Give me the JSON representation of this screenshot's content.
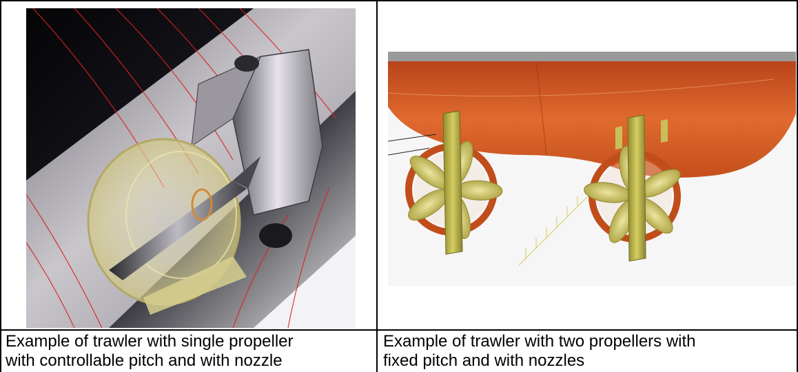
{
  "table": {
    "cells": [
      {
        "image": {
          "subject": "single-propeller-nozzle-render",
          "colors": {
            "background": "#0b0b0e",
            "hull": "#a9a6ad",
            "nozzle": "#d8d19a",
            "waterline": "#e02020"
          }
        },
        "caption_line1": "Example of trawler with single propeller",
        "caption_line2": "with controllable pitch and with nozzle"
      },
      {
        "image": {
          "subject": "twin-propeller-nozzles-render",
          "colors": {
            "hull": "#d2531e",
            "deck": "#9a9a9a",
            "propeller": "#c9bf5a",
            "background": "#f4f4f4"
          }
        },
        "caption_line1": "Example of trawler with two propellers with",
        "caption_line2": "fixed pitch and with nozzles"
      }
    ]
  }
}
